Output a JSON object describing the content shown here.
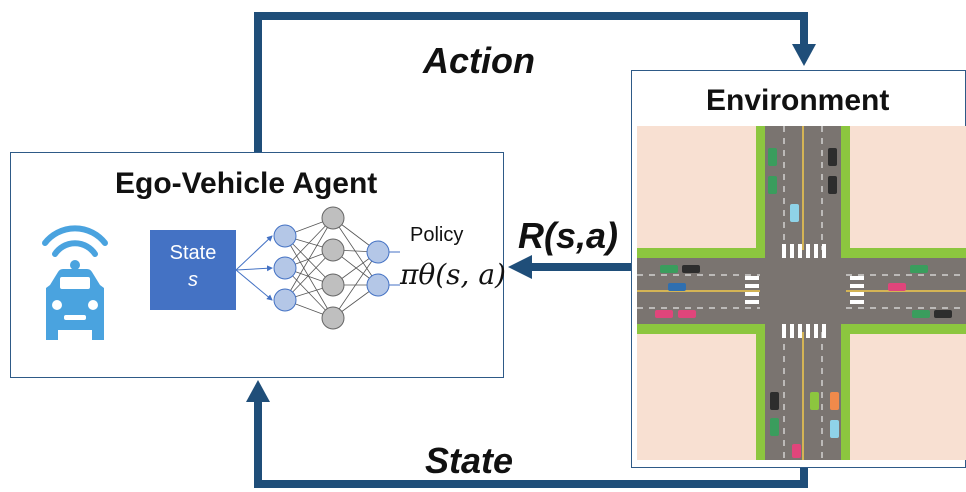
{
  "agent": {
    "title": "Ego-Vehicle Agent",
    "state_box": {
      "label": "State",
      "symbol": "s"
    },
    "policy": {
      "label": "Policy",
      "expression": "πθ(s, a)"
    },
    "car_icon": "connected-car-icon"
  },
  "environment": {
    "title": "Environment",
    "image": "four-way-intersection-top-view"
  },
  "arrows": {
    "action": "Action",
    "reward": "R(s,a)",
    "state": "State"
  },
  "colors": {
    "arrow": "#1f4e79",
    "box_border": "#2e5a87",
    "state_box": "#4472c4",
    "car_icon": "#4aa3df",
    "neuron": "#b4c7e7",
    "hidden_neuron": "#bfbfbf"
  }
}
